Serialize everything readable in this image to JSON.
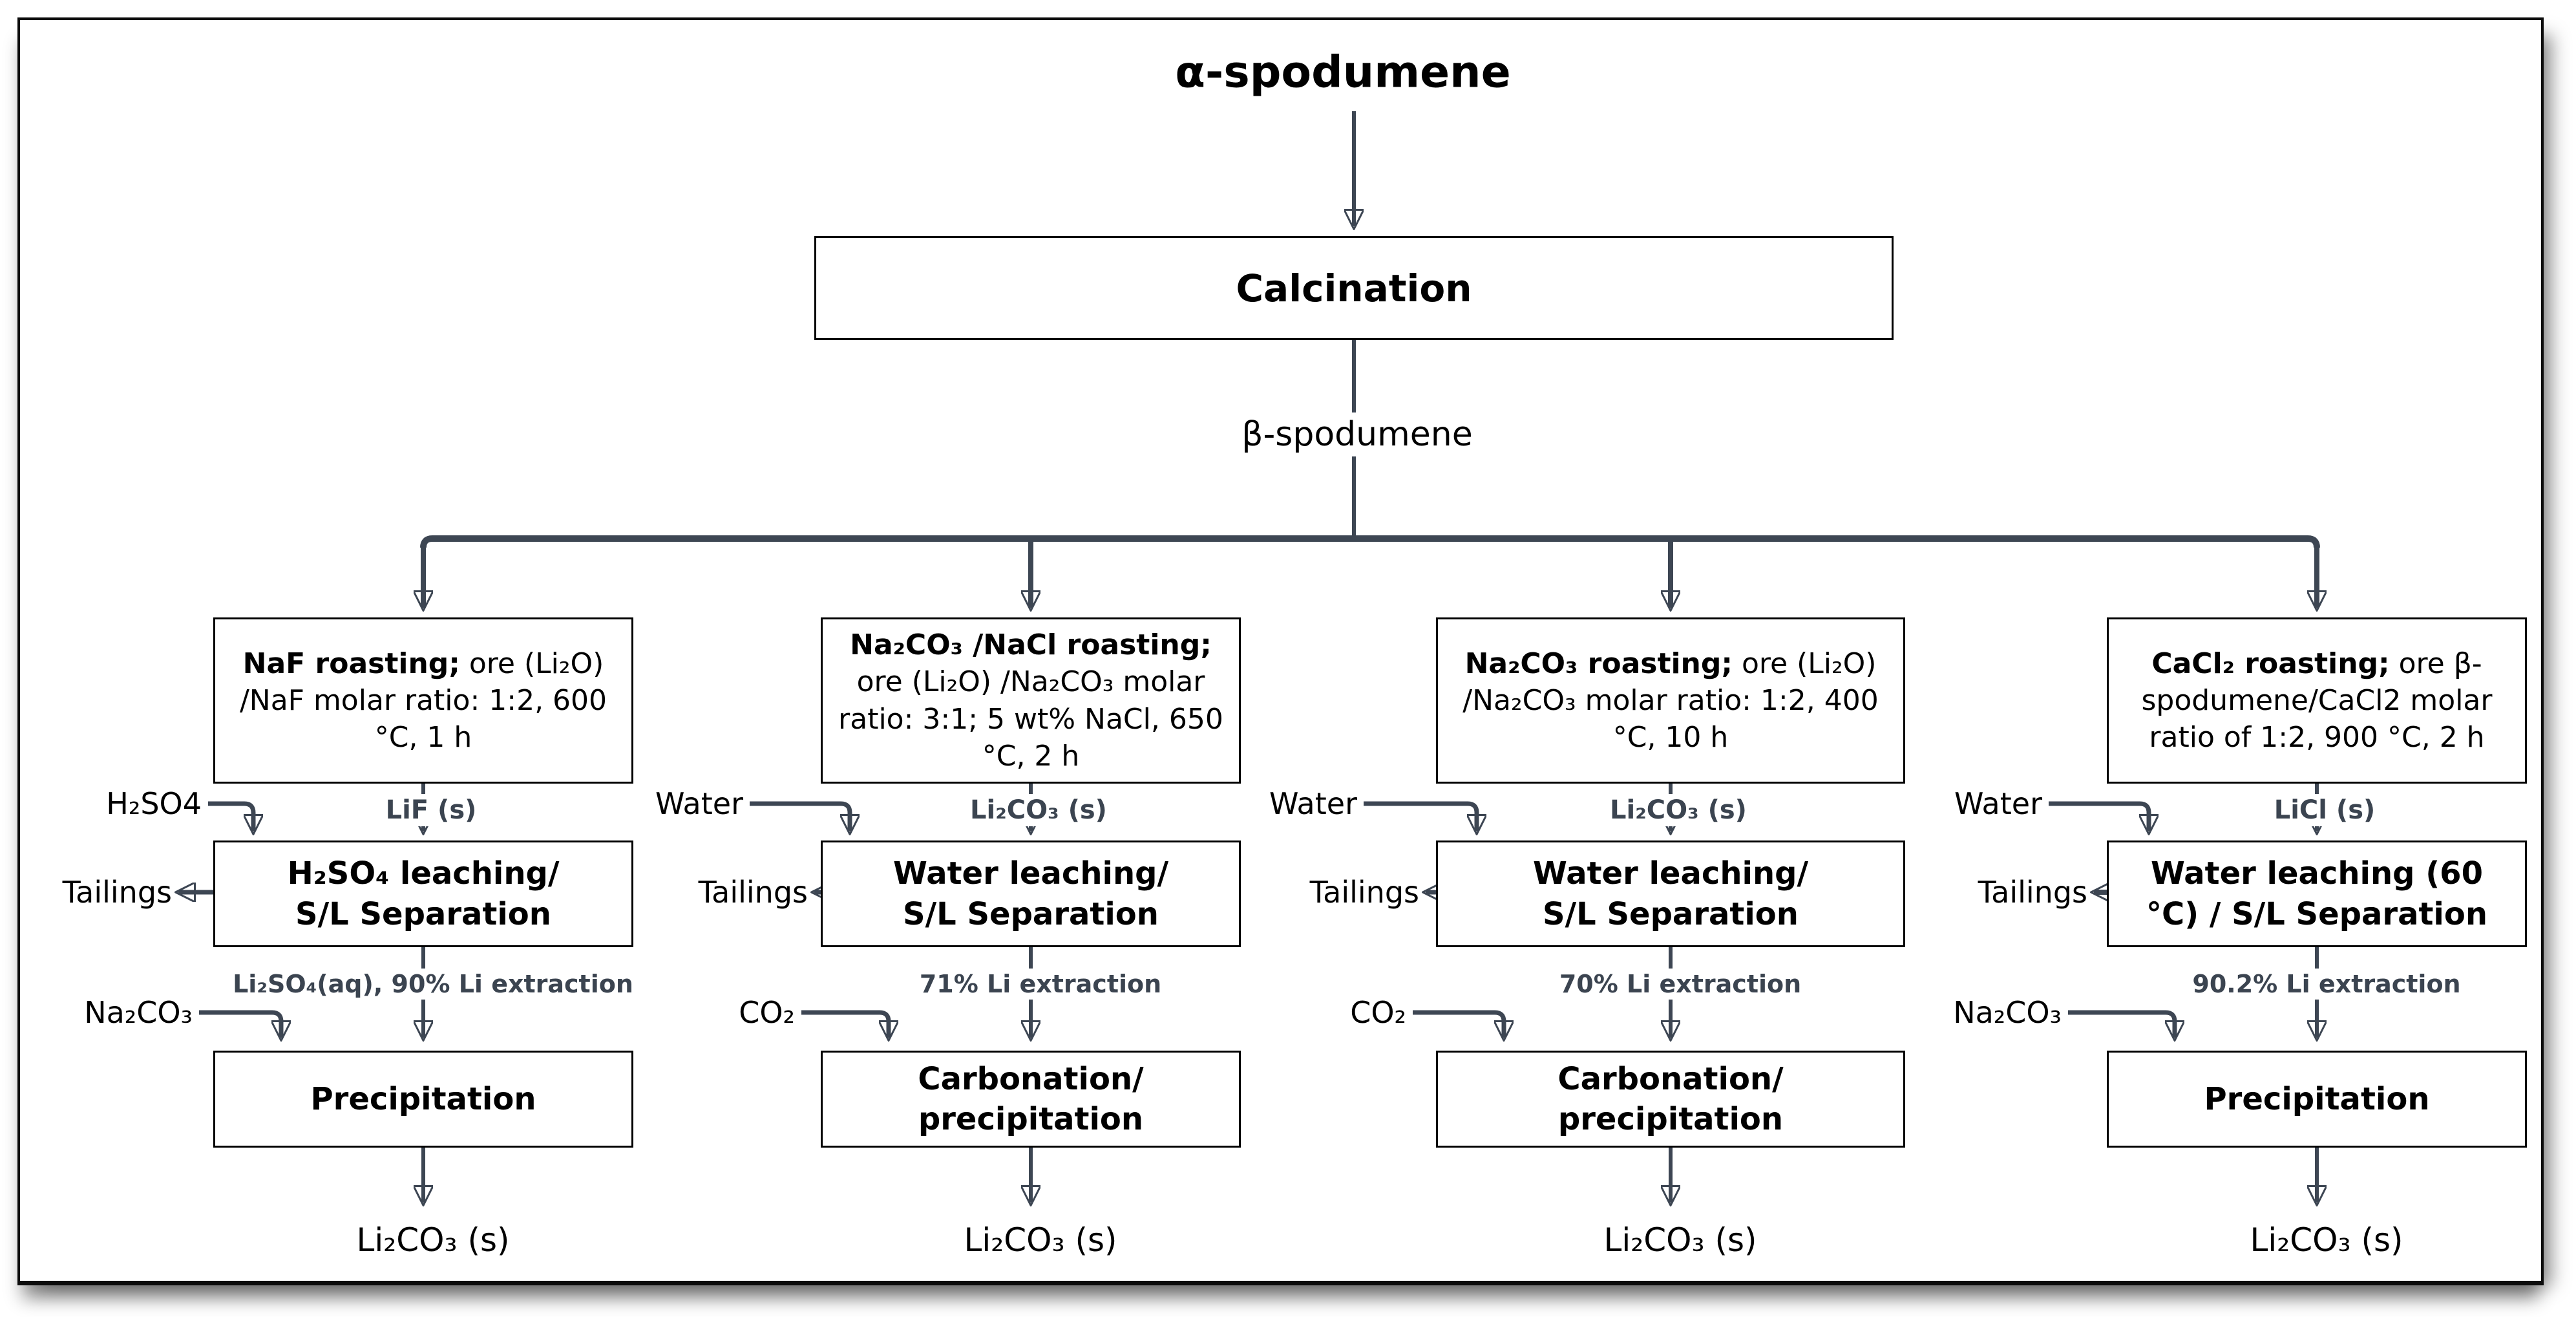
{
  "header": {
    "title": "α-spodumene",
    "calcination": "Calcination",
    "intermediate": "β-spodumene"
  },
  "columns": [
    {
      "roast_bold": "NaF roasting;",
      "roast_rest": " ore (Li₂O) /NaF molar ratio: 1:2, 600 °C, 1 h",
      "solid_product": "LiF (s)",
      "leach_reagent": "H₂SO4",
      "tailings": "Tailings",
      "leach_box": "H₂SO₄ leaching/\nS/L Separation",
      "extraction": "Li₂SO₄(aq), 90% Li extraction",
      "precip_reagent": "Na₂CO₃",
      "precip_box": "Precipitation",
      "product": "Li₂CO₃ (s)"
    },
    {
      "roast_bold": "Na₂CO₃ /NaCl roasting;",
      "roast_rest": " ore (Li₂O) /Na₂CO₃ molar ratio: 3:1; 5 wt% NaCl, 650 °C, 2 h",
      "solid_product": "Li₂CO₃ (s)",
      "leach_reagent": "Water",
      "tailings": "Tailings",
      "leach_box": "Water leaching/\nS/L Separation",
      "extraction": "71% Li extraction",
      "precip_reagent": "CO₂",
      "precip_box": "Carbonation/\nprecipitation",
      "product": "Li₂CO₃ (s)"
    },
    {
      "roast_bold": "Na₂CO₃ roasting;",
      "roast_rest": " ore (Li₂O) /Na₂CO₃ molar ratio: 1:2, 400 °C, 10 h",
      "solid_product": "Li₂CO₃ (s)",
      "leach_reagent": "Water",
      "tailings": "Tailings",
      "leach_box": "Water leaching/\nS/L Separation",
      "extraction": "70% Li extraction",
      "precip_reagent": "CO₂",
      "precip_box": "Carbonation/\nprecipitation",
      "product": "Li₂CO₃ (s)"
    },
    {
      "roast_bold": "CaCl₂ roasting;",
      "roast_rest": " ore β-spodumene/CaCl2 molar ratio of 1:2, 900 °C, 2 h",
      "solid_product": "LiCl (s)",
      "leach_reagent": "Water",
      "tailings": "Tailings",
      "leach_box": "Water leaching (60\n°C) / S/L Separation",
      "extraction": "90.2% Li extraction",
      "precip_reagent": "Na₂CO₃",
      "precip_box": "Precipitation",
      "product": "Li₂CO₃ (s)"
    }
  ],
  "palette": {
    "connector": "#3d4653",
    "muted": "#3b4450"
  }
}
